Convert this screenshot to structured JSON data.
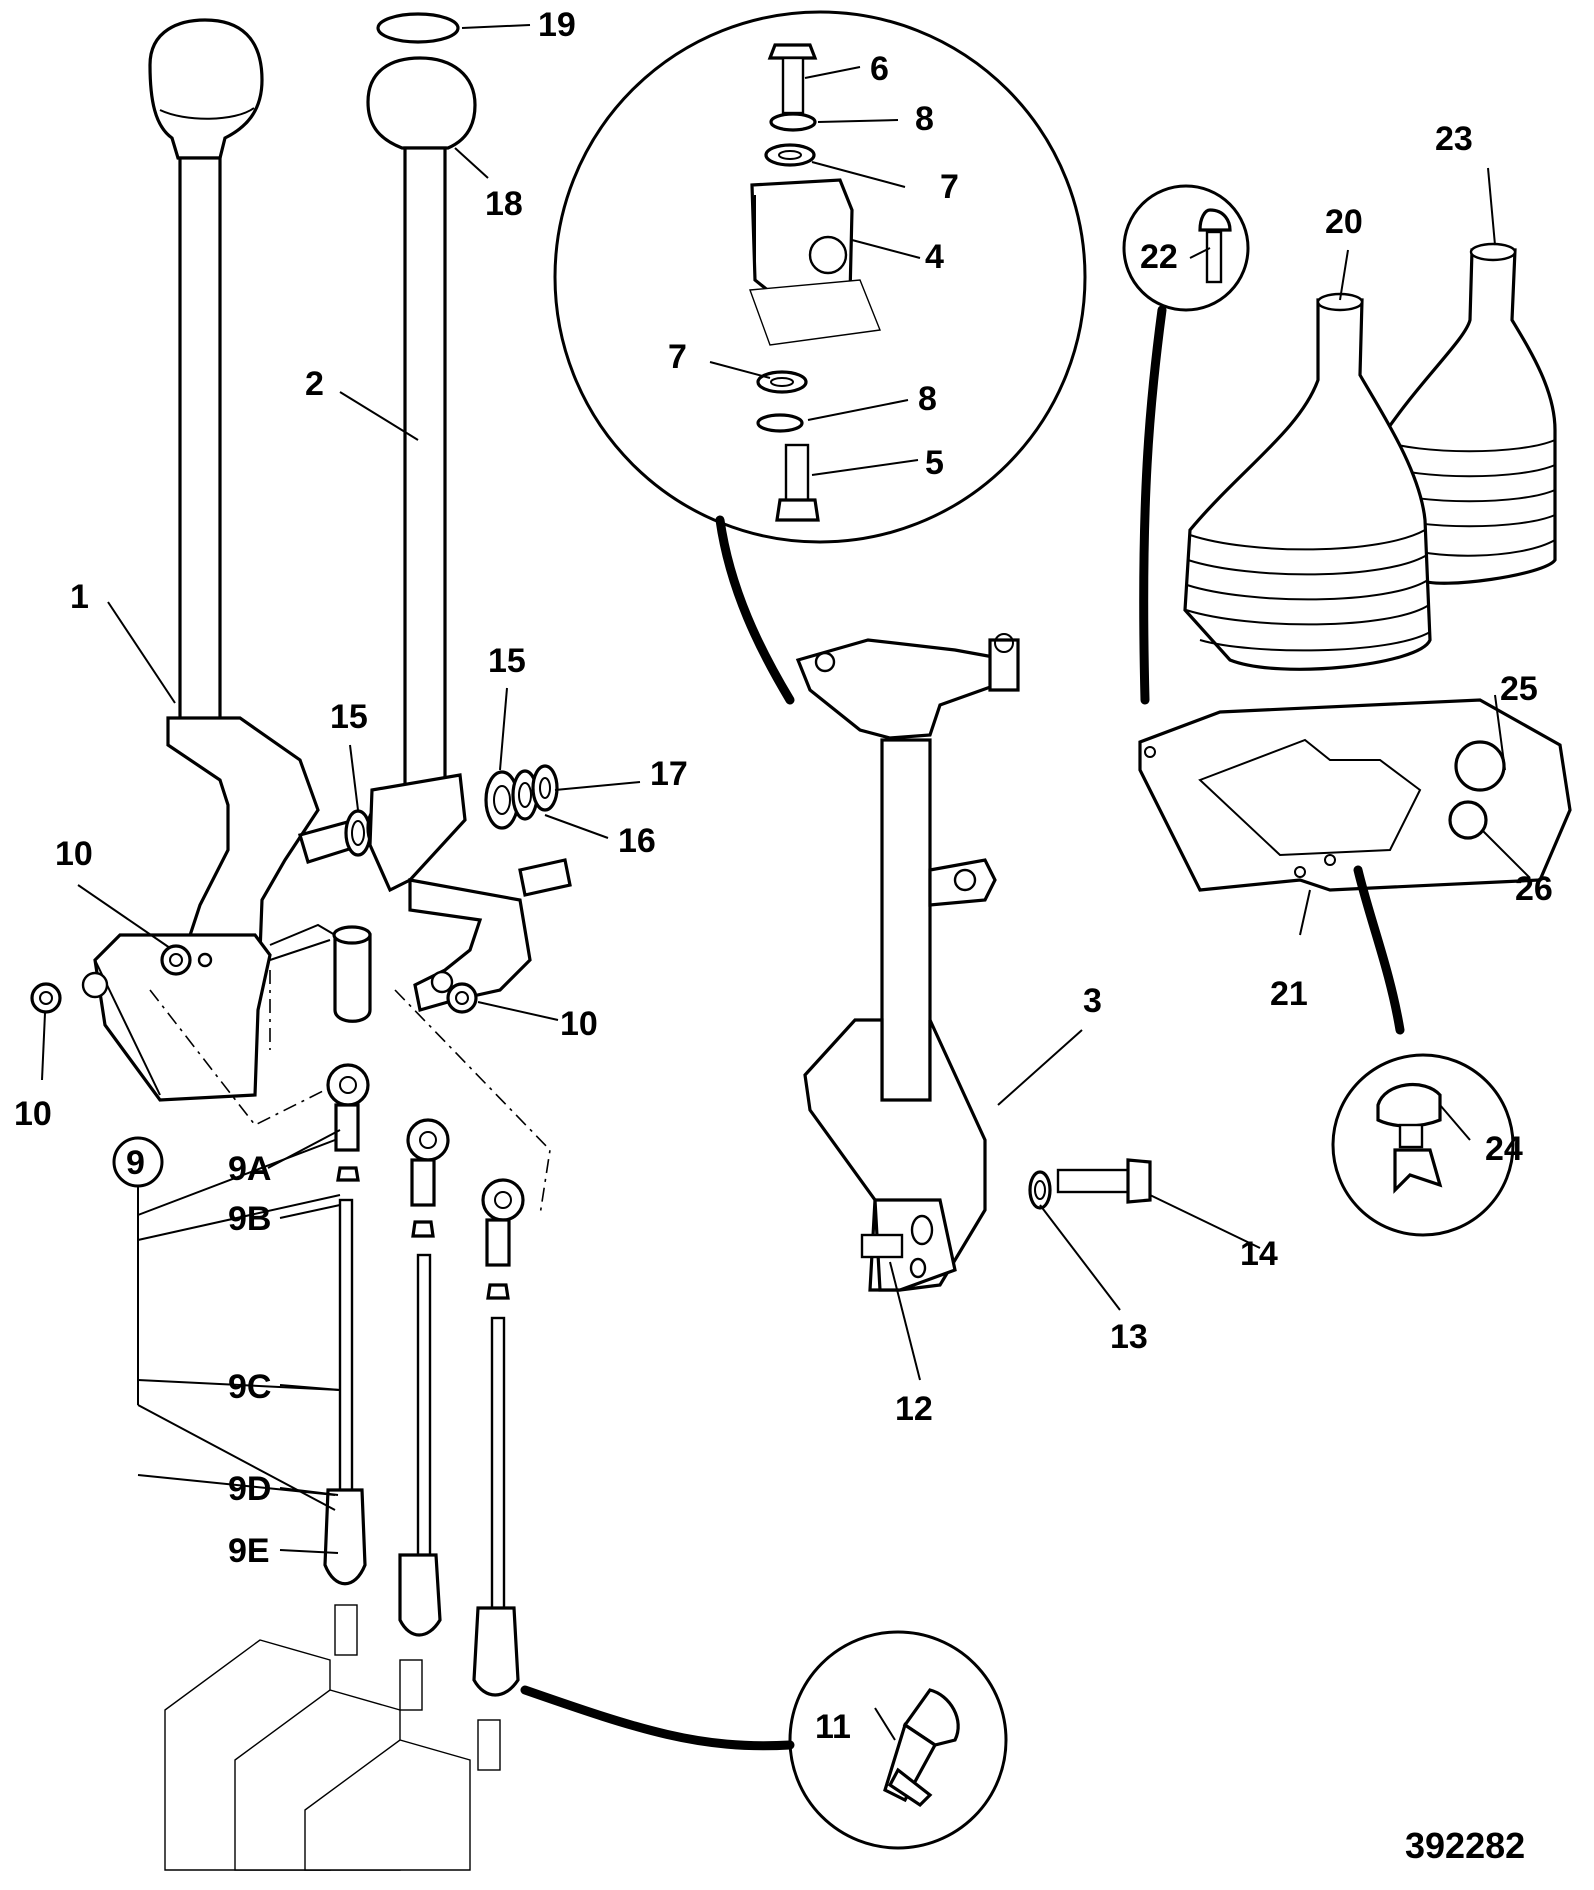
{
  "figure_number": "392282",
  "callouts": [
    {
      "id": "c1",
      "text": "1"
    },
    {
      "id": "c2",
      "text": "2"
    },
    {
      "id": "c3",
      "text": "3"
    },
    {
      "id": "c4",
      "text": "4"
    },
    {
      "id": "c5",
      "text": "5"
    },
    {
      "id": "c6",
      "text": "6"
    },
    {
      "id": "c7a",
      "text": "7"
    },
    {
      "id": "c7b",
      "text": "7"
    },
    {
      "id": "c8a",
      "text": "8"
    },
    {
      "id": "c8b",
      "text": "8"
    },
    {
      "id": "c9",
      "text": "9"
    },
    {
      "id": "c9a",
      "text": "9A"
    },
    {
      "id": "c9b",
      "text": "9B"
    },
    {
      "id": "c9c",
      "text": "9C"
    },
    {
      "id": "c9d",
      "text": "9D"
    },
    {
      "id": "c9e",
      "text": "9E"
    },
    {
      "id": "c10a",
      "text": "10"
    },
    {
      "id": "c10b",
      "text": "10"
    },
    {
      "id": "c10c",
      "text": "10"
    },
    {
      "id": "c11",
      "text": "11"
    },
    {
      "id": "c12",
      "text": "12"
    },
    {
      "id": "c13",
      "text": "13"
    },
    {
      "id": "c14",
      "text": "14"
    },
    {
      "id": "c15a",
      "text": "15"
    },
    {
      "id": "c15b",
      "text": "15"
    },
    {
      "id": "c16",
      "text": "16"
    },
    {
      "id": "c17",
      "text": "17"
    },
    {
      "id": "c18",
      "text": "18"
    },
    {
      "id": "c19",
      "text": "19"
    },
    {
      "id": "c20",
      "text": "20"
    },
    {
      "id": "c21",
      "text": "21"
    },
    {
      "id": "c22",
      "text": "22"
    },
    {
      "id": "c23",
      "text": "23"
    },
    {
      "id": "c24",
      "text": "24"
    },
    {
      "id": "c25",
      "text": "25"
    },
    {
      "id": "c26",
      "text": "26"
    }
  ]
}
